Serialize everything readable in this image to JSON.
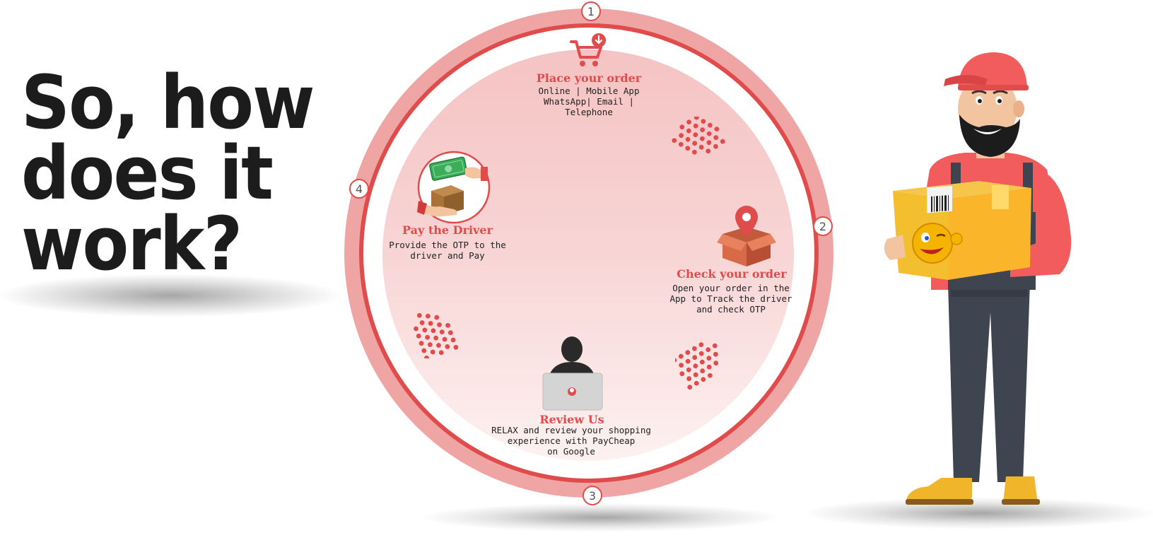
{
  "headline": {
    "line1": "So, how",
    "line2": "does it",
    "line3": "work?"
  },
  "steps": [
    {
      "number": "1",
      "title": "Place your order",
      "desc": [
        "Online | Mobile App",
        "WhatsApp| Email |",
        "Telephone"
      ],
      "icon": "shopping-cart-icon"
    },
    {
      "number": "2",
      "title": "Check your order",
      "desc": [
        "Open your order in the",
        "App to Track the driver",
        "and check OTP"
      ],
      "icon": "location-box-icon"
    },
    {
      "number": "3",
      "title": "Review Us",
      "desc": [
        "RELAX and review your shopping",
        "experience with PayCheap",
        "on Google"
      ],
      "icon": "person-laptop-icon"
    },
    {
      "number": "4",
      "title": "Pay the Driver",
      "desc": [
        "Provide the OTP to the",
        "driver and Pay"
      ],
      "icon": "cash-handover-icon"
    }
  ],
  "colors": {
    "accent": "#e04b4b",
    "ring": "#f0a5a5",
    "inner": "#f8d5d5",
    "text": "#1c1c1c"
  }
}
